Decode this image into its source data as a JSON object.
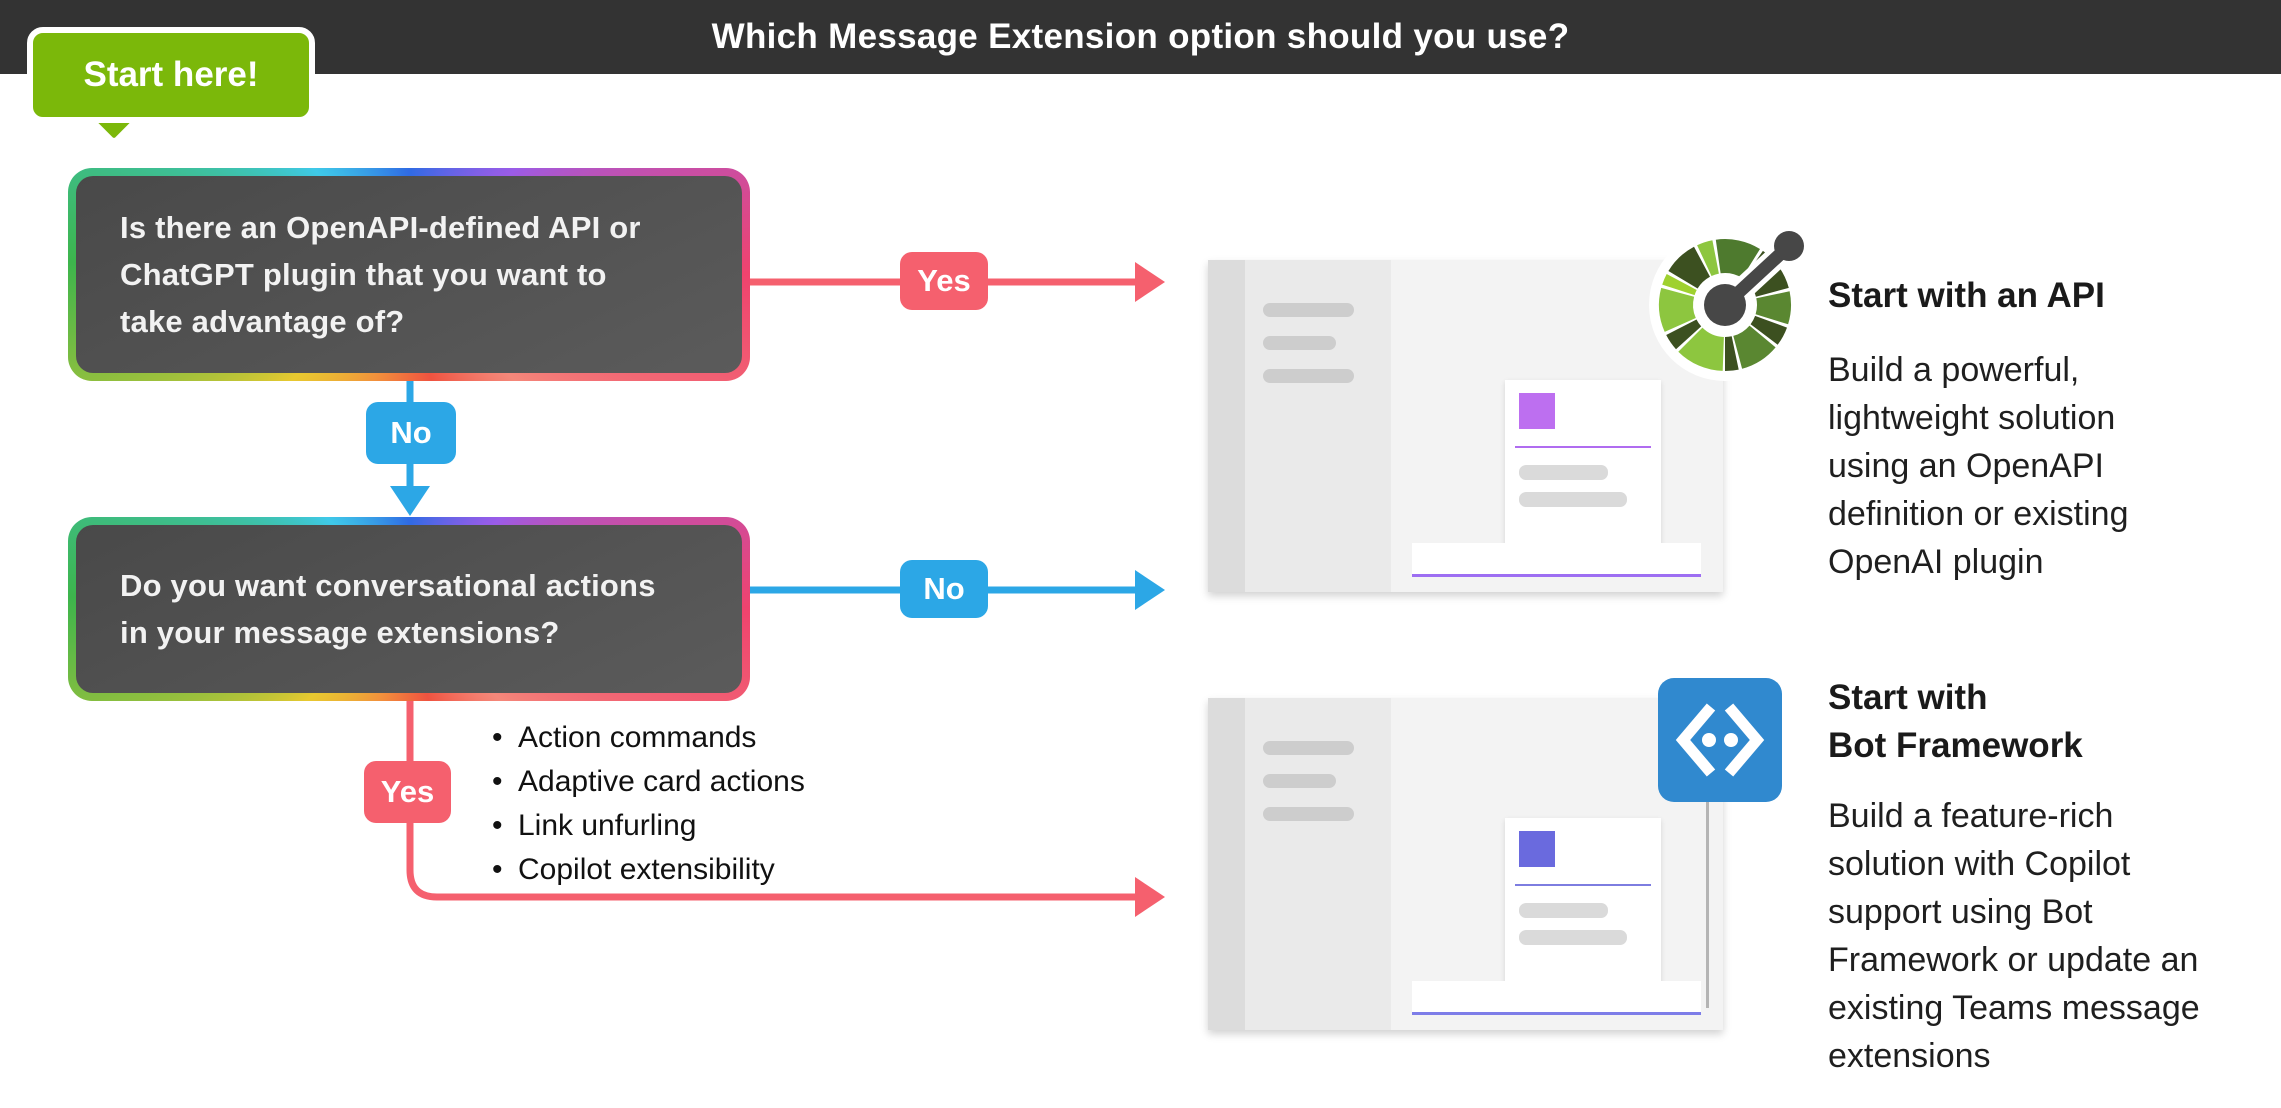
{
  "header": {
    "title": "Which Message Extension option should you use?",
    "bg_color": "#333333"
  },
  "start_bubble": {
    "label": "Start here!",
    "color": "#7bb80a"
  },
  "flow": {
    "question1": "Is there an OpenAPI-defined API or\nChatGPT plugin that you want to\ntake advantage of?",
    "question2": "Do you want conversational actions\nin your message extensions?",
    "labels": {
      "yes1": "Yes",
      "no1": "No",
      "no2": "No",
      "yes2": "Yes"
    },
    "yes2_details": [
      "Action commands",
      "Adaptive card actions",
      "Link unfurling",
      "Copilot extensibility"
    ],
    "colors": {
      "yes_arrow": "#f5606e",
      "no_arrow": "#2ca7e6",
      "box_border": "rainbow-gradient",
      "box_fill": "#525252"
    }
  },
  "outcomes": [
    {
      "icon": "api-plugin-wheel-icon",
      "heading": "Start with an API",
      "body": "Build a powerful,\nlightweight solution\nusing an OpenAPI\ndefinition or existing\nOpenAI plugin",
      "accent_color": "#bd6ff0"
    },
    {
      "icon": "bot-framework-code-icon",
      "heading": "Start with\nBot Framework",
      "body": "Build a feature-rich\nsolution with Copilot\nsupport using Bot\nFramework or update an\nexisting Teams message\nextensions",
      "accent_color": "#6a6ade",
      "icon_bg": "#3089cf"
    }
  ]
}
